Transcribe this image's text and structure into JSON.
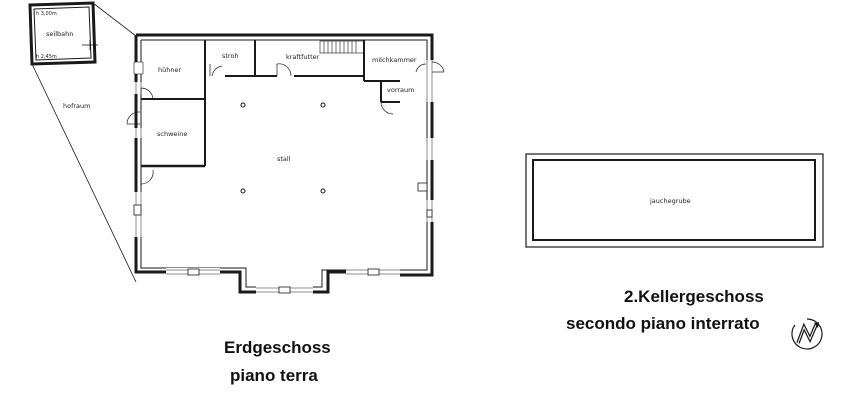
{
  "ground_floor": {
    "caption_de": "Erdgeschoss",
    "caption_it": "piano terra",
    "rooms": {
      "seilbahn": "seilbahn",
      "seilbahn_dim_top": "h 3,00m",
      "seilbahn_dim_bottom": "h 2,45m",
      "hofraum": "hofraum",
      "huehner": "hühner",
      "schweine": "schweine",
      "stroh": "stroh",
      "kraftfutter": "kraftfutter",
      "milchkammer": "milchkammer",
      "vorraum": "vorraum",
      "stall": "stall"
    }
  },
  "basement": {
    "caption_de": "2.Kellergeschoss",
    "caption_it": "secondo piano interrato",
    "rooms": {
      "jauchegrube": "jauchegrube"
    }
  },
  "north_arrow": {
    "label": "N"
  },
  "colors": {
    "wall": "#1a1a1a",
    "background": "#ffffff"
  }
}
